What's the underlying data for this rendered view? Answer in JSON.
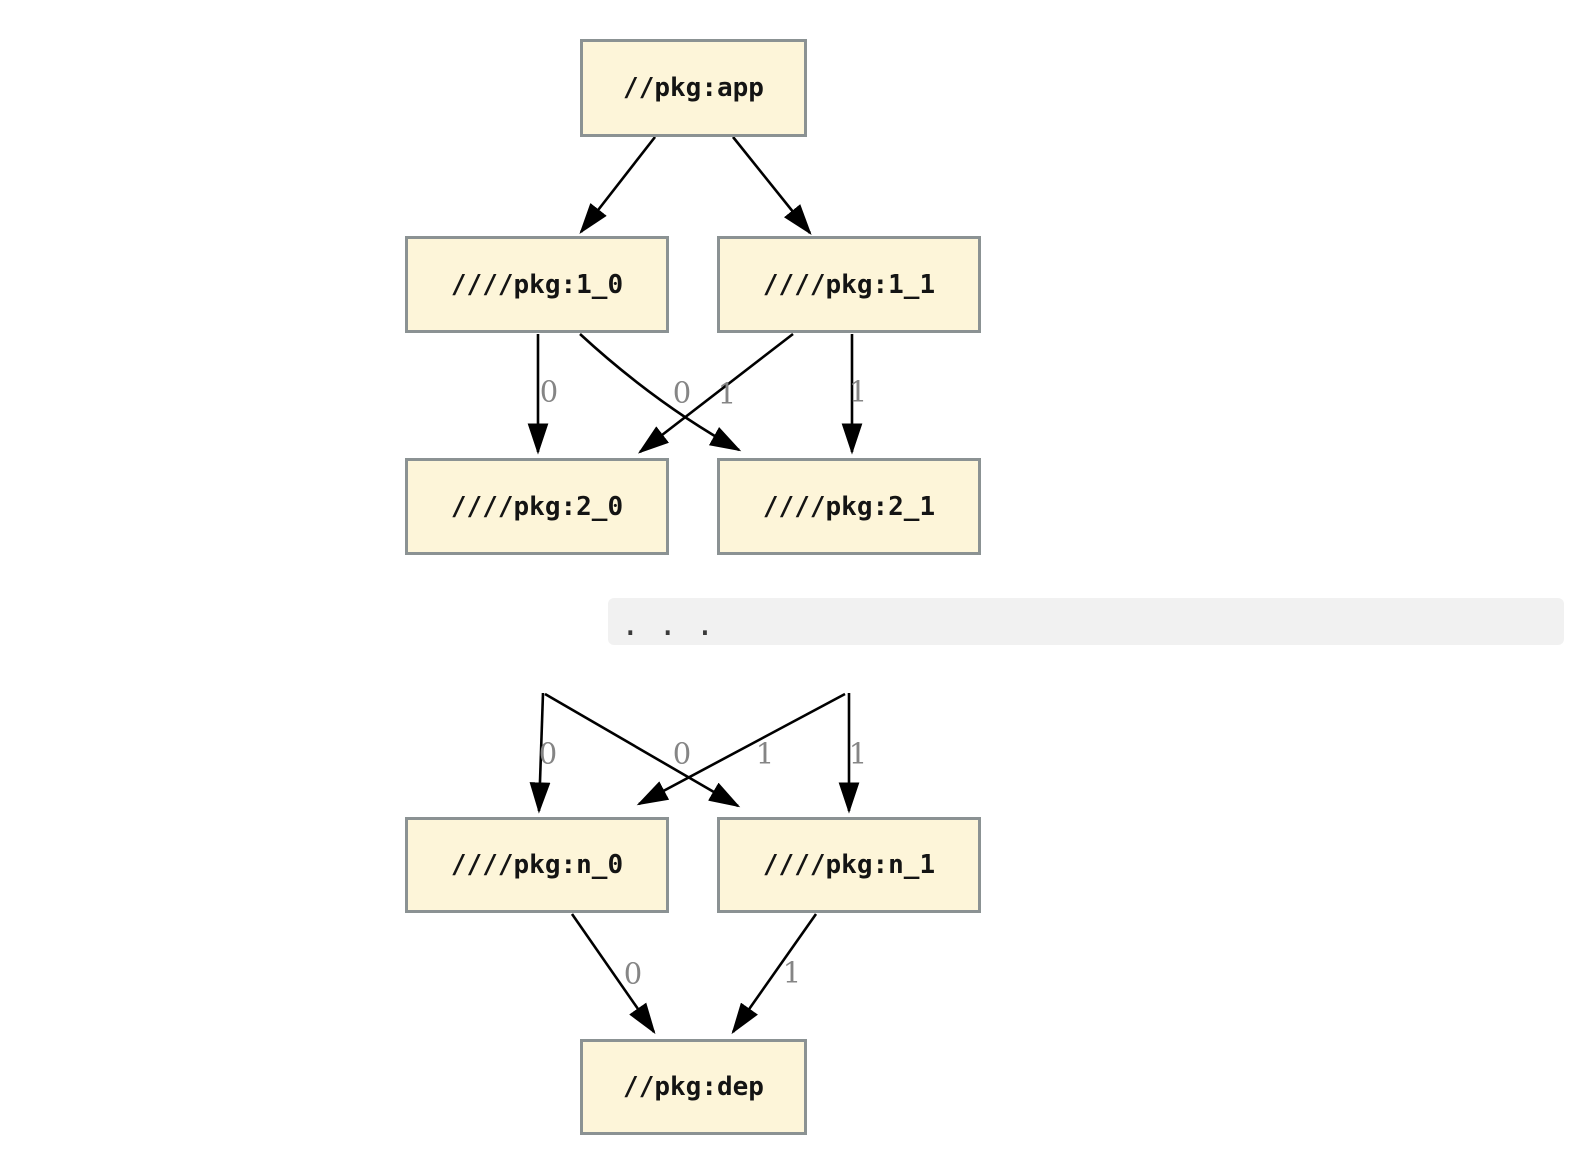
{
  "graph": {
    "kind": "dependency-graph",
    "nodes": [
      {
        "id": "app",
        "label": "//pkg:app"
      },
      {
        "id": "1_0",
        "label": "////pkg:1_0"
      },
      {
        "id": "1_1",
        "label": "////pkg:1_1"
      },
      {
        "id": "2_0",
        "label": "////pkg:2_0"
      },
      {
        "id": "2_1",
        "label": "////pkg:2_1"
      },
      {
        "id": "n_0",
        "label": "////pkg:n_0"
      },
      {
        "id": "n_1",
        "label": "////pkg:n_1"
      },
      {
        "id": "dep",
        "label": "//pkg:dep"
      }
    ],
    "edges": [
      {
        "from": "app",
        "to": "1_0",
        "label": ""
      },
      {
        "from": "app",
        "to": "1_1",
        "label": ""
      },
      {
        "from": "1_0",
        "to": "2_0",
        "label": "0"
      },
      {
        "from": "1_0",
        "to": "2_1",
        "label": "0"
      },
      {
        "from": "1_1",
        "to": "2_0",
        "label": "1"
      },
      {
        "from": "1_1",
        "to": "2_1",
        "label": "1"
      },
      {
        "from": "..._0",
        "to": "n_0",
        "label": "0"
      },
      {
        "from": "..._0",
        "to": "n_1",
        "label": "0"
      },
      {
        "from": "..._1",
        "to": "n_0",
        "label": "1"
      },
      {
        "from": "..._1",
        "to": "n_1",
        "label": "1"
      },
      {
        "from": "n_0",
        "to": "dep",
        "label": "0"
      },
      {
        "from": "n_1",
        "to": "dep",
        "label": "1"
      }
    ],
    "ellipsis_text": ". . ."
  },
  "colors": {
    "background": "#ffffff",
    "node_fill": "#fdf5d9",
    "node_border": "#8b9293",
    "edge": "#000000",
    "edge_label": "#858585",
    "ellipsis_bar_bg": "#f1f1f1",
    "ellipsis_dots": "#3a3a3a"
  }
}
